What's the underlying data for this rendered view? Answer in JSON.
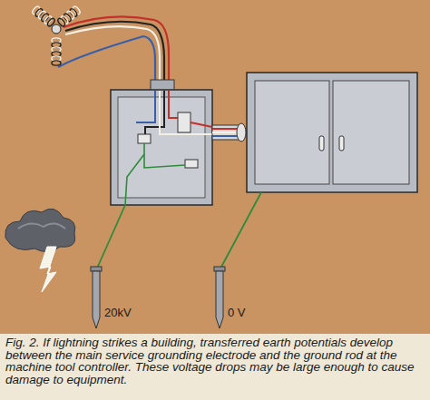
{
  "diagram": {
    "caption": "Fig. 2. If lightning strikes a building, transferred earth potentials develop between the main service grounding electrode and the ground rod at the machine tool controller. These voltage drops may be large enough to cause damage to equipment.",
    "labels": [
      "20kV",
      "0 V"
    ]
  }
}
